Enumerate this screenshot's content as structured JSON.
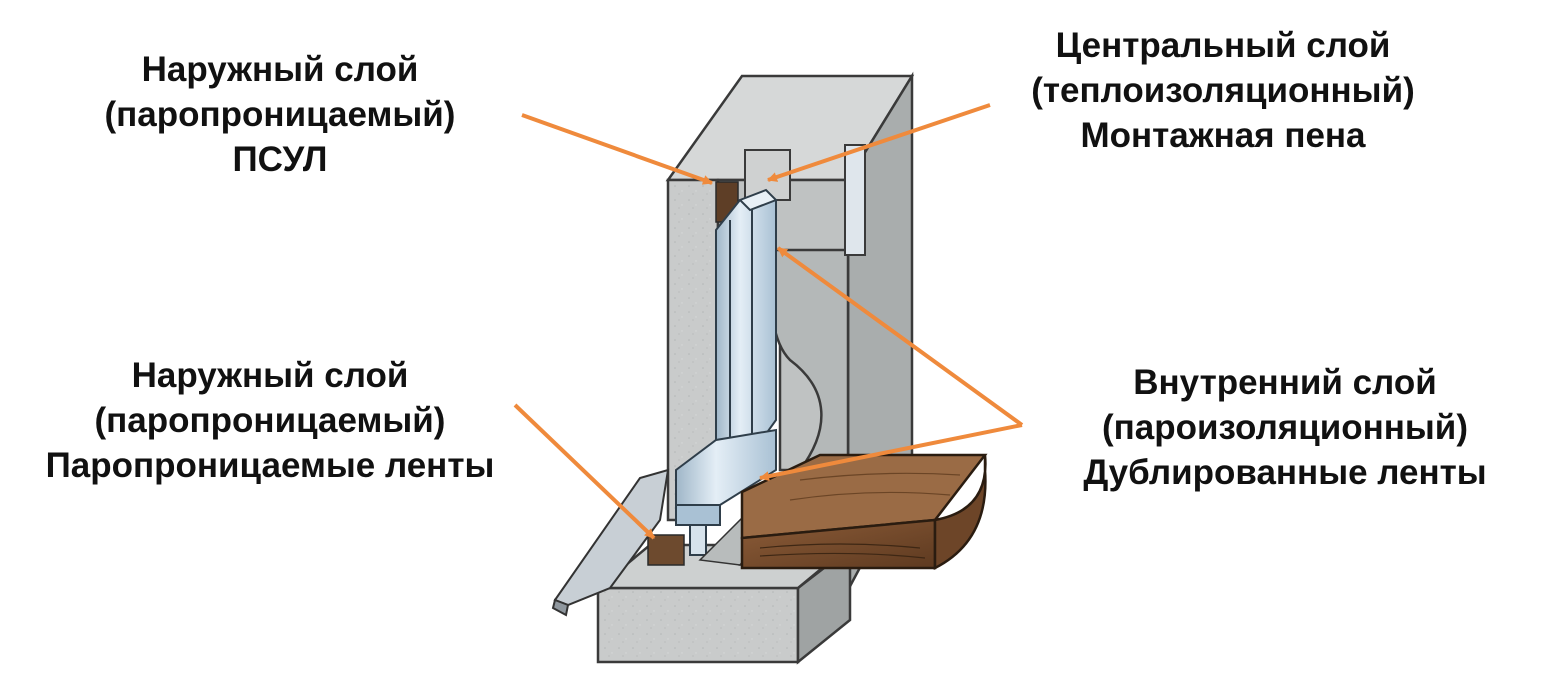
{
  "labels": {
    "top_left": [
      "Наружный слой",
      "(паропроницаемый)",
      "ПСУЛ"
    ],
    "top_right": [
      "Центральный слой",
      "(теплоизоляционный)",
      "Монтажная пена"
    ],
    "bottom_left": [
      "Наружный слой",
      "(паропроницаемый)",
      "Паропроницаемые ленты"
    ],
    "bottom_right": [
      "Внутренний слой",
      "(пароизоляционный)",
      "Дублированные ленты"
    ]
  },
  "colors": {
    "arrow": "#ef8a3c",
    "concrete": "#c9cbcb",
    "concrete_dark": "#a9adad",
    "metal": "#b9cfe0",
    "wood": "#7a4f30",
    "text": "#111111"
  }
}
